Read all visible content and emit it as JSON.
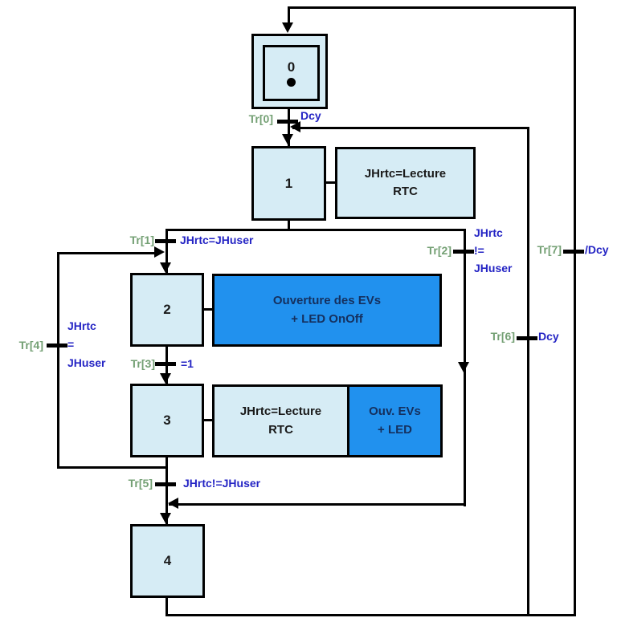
{
  "diagram": {
    "type": "grafcet-sfc",
    "colors": {
      "step_fill": "#d6ecf5",
      "action_dark_fill": "#2191ee",
      "action_dark_text": "#15305e",
      "line": "#000000",
      "transition_label_green": "#74a074",
      "condition_blue": "#2424c4"
    },
    "steps": [
      {
        "id": "0",
        "initial": true
      },
      {
        "id": "1"
      },
      {
        "id": "2"
      },
      {
        "id": "3"
      },
      {
        "id": "4"
      }
    ],
    "actions": {
      "step1": {
        "lines": [
          "JHrtc=Lecture",
          "RTC"
        ],
        "style": "light"
      },
      "step2": {
        "lines": [
          "Ouverture des EVs",
          "+ LED OnOff"
        ],
        "style": "dark"
      },
      "step3a": {
        "lines": [
          "JHrtc=Lecture",
          "RTC"
        ],
        "style": "light"
      },
      "step3b": {
        "lines": [
          "Ouv. EVs",
          "+ LED"
        ],
        "style": "dark"
      }
    },
    "transitions": {
      "tr0": {
        "label": "Tr[0]",
        "condition": "Dcy"
      },
      "tr1": {
        "label": "Tr[1]",
        "condition": "JHrtc=JHuser"
      },
      "tr2": {
        "label": "Tr[2]",
        "condition_lines": [
          "JHrtc",
          "!=",
          "JHuser"
        ]
      },
      "tr3": {
        "label": "Tr[3]",
        "condition": "=1"
      },
      "tr4": {
        "label": "Tr[4]",
        "condition_lines": [
          "JHrtc",
          "=",
          "JHuser"
        ]
      },
      "tr5": {
        "label": "Tr[5]",
        "condition": "JHrtc!=JHuser"
      },
      "tr6": {
        "label": "Tr[6]",
        "condition": "Dcy"
      },
      "tr7": {
        "label": "Tr[7]",
        "condition": "/Dcy"
      }
    },
    "links": [
      {
        "from": "0",
        "transition": "Tr[0]",
        "to": "1"
      },
      {
        "from": "1",
        "transition": "Tr[1]",
        "to": "2"
      },
      {
        "from": "1",
        "transition": "Tr[2]",
        "to": "4"
      },
      {
        "from": "2",
        "transition": "Tr[3]",
        "to": "3"
      },
      {
        "from": "3",
        "transition": "Tr[4]",
        "to": "2"
      },
      {
        "from": "3",
        "transition": "Tr[5]",
        "to": "4"
      },
      {
        "from": "4",
        "transition": "Tr[6]",
        "to": "1"
      },
      {
        "from": "4",
        "transition": "Tr[7]",
        "to": "0"
      }
    ]
  }
}
